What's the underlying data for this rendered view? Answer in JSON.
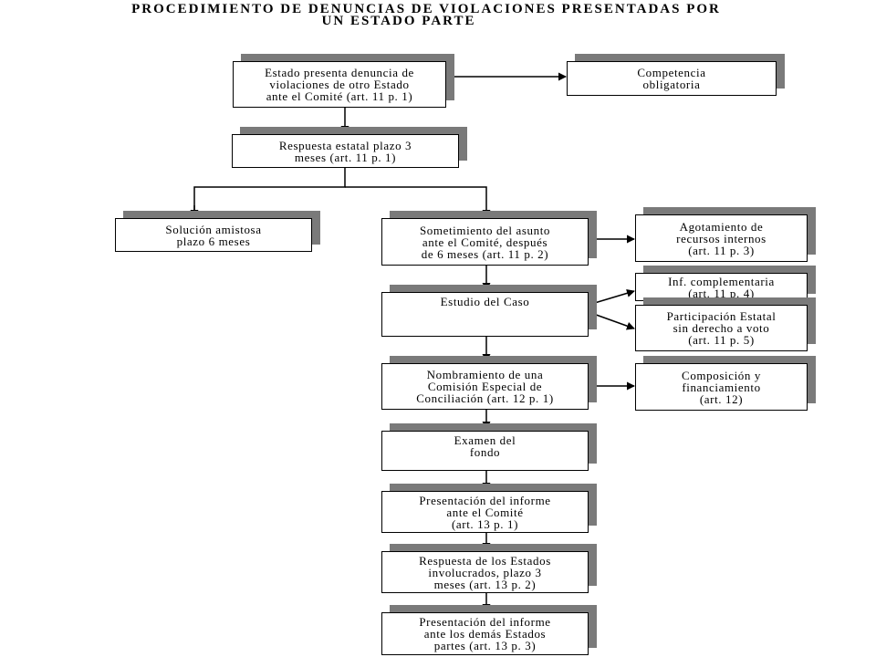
{
  "title": {
    "line1": "PROCEDIMIENTO DE DENUNCIAS DE VIOLACIONES PRESENTADAS POR",
    "line2": "UN ESTADO PARTE"
  },
  "nodes": {
    "estado_presenta": [
      "Estado presenta denuncia de",
      "violaciones de otro Estado",
      "ante el Comité (art. 11 p. 1)"
    ],
    "competencia": [
      "Competencia",
      "obligatoria"
    ],
    "respuesta_estatal": [
      "Respuesta estatal plazo 3",
      "meses (art. 11 p. 1)"
    ],
    "solucion_amistosa": [
      "Solución amistosa",
      "plazo 6 meses"
    ],
    "sometimiento": [
      "Sometimiento del asunto",
      "ante el Comité, después",
      "de 6 meses (art. 11 p. 2)"
    ],
    "agotamiento": [
      "Agotamiento de",
      "recursos internos",
      "(art. 11 p. 3)"
    ],
    "estudio_caso": [
      "Estudio del Caso"
    ],
    "inf_complementaria": [
      "Inf. complementaria",
      "(art. 11 p. 4)"
    ],
    "participacion_estatal": [
      "Participación Estatal",
      "sin derecho a voto",
      "(art. 11 p. 5)"
    ],
    "nombramiento": [
      "Nombramiento de una",
      "Comisión Especial de",
      "Conciliación (art. 12 p. 1)"
    ],
    "composicion": [
      "Composición y",
      "financiamiento",
      "(art. 12)"
    ],
    "examen_fondo": [
      "Examen del",
      "fondo"
    ],
    "presentacion_informe": [
      "Presentación del informe",
      "ante el Comité",
      "(art. 13 p. 1)"
    ],
    "respuesta_estados": [
      "Respuesta de los Estados",
      "involucrados, plazo 3",
      "meses (art. 13 p. 2)"
    ],
    "presentacion_demas": [
      "Presentación del informe",
      "ante los demás Estados",
      "partes (art. 13 p. 3)"
    ]
  }
}
